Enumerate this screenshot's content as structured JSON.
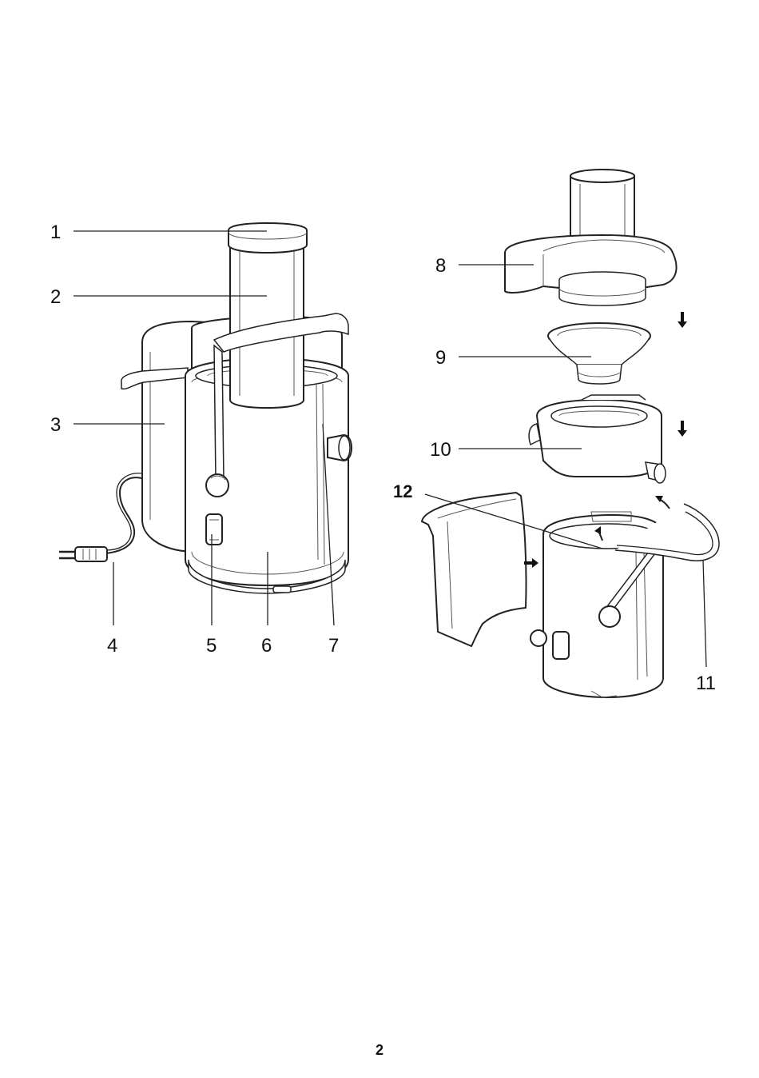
{
  "labels": {
    "l1": "1",
    "l2": "2",
    "l3": "3",
    "l4": "4",
    "l5": "5",
    "l6": "6",
    "l7": "7",
    "l8": "8",
    "l9": "9",
    "l10": "10",
    "l11": "11",
    "l12": "12"
  },
  "page_number": "2"
}
